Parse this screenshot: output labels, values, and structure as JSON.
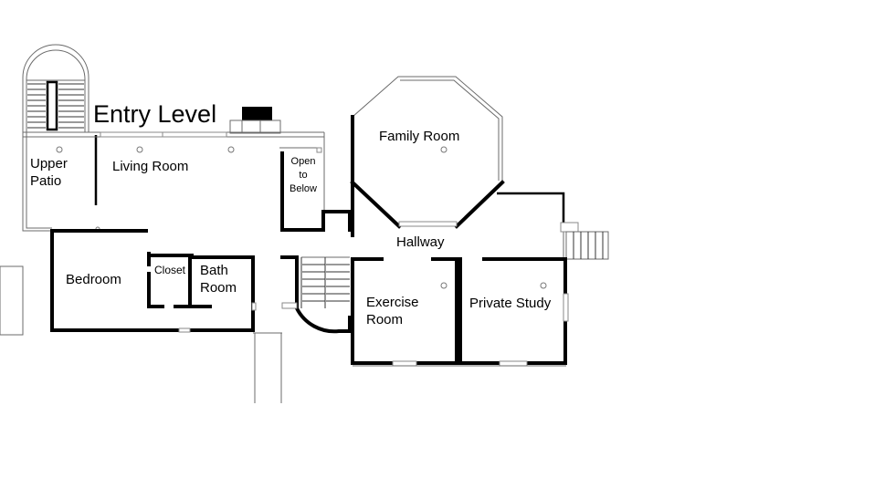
{
  "title": "Entry Level",
  "rooms": {
    "upper_patio": [
      "Upper",
      "Patio"
    ],
    "living_room": "Living Room",
    "open_to_below": [
      "Open",
      "to",
      "Below"
    ],
    "family_room": "Family Room",
    "hallway": "Hallway",
    "bedroom": "Bedroom",
    "closet": "Closet",
    "bath_room": [
      "Bath",
      "Room"
    ],
    "exercise_room": [
      "Exercise",
      "Room"
    ],
    "private_study": "Private Study"
  }
}
